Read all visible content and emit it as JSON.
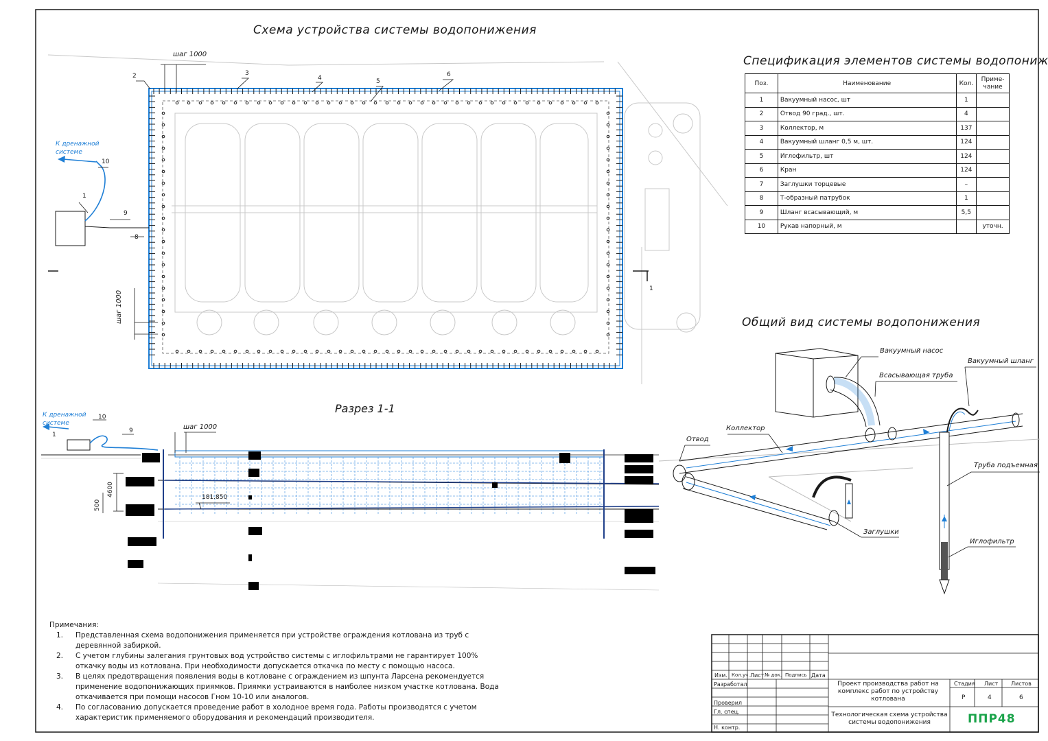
{
  "titles": {
    "scheme": "Схема устройства системы водопонижения",
    "spec": "Спецификация элементов системы водопонижения",
    "section": "Разрез 1-1",
    "general": "Общий вид системы водопонижения"
  },
  "plan_labels": {
    "step_top": "шаг 1000",
    "step_left": "шаг 1000",
    "drain": "К дренажной системе",
    "n1": "1",
    "n2": "2",
    "n3": "3",
    "n4": "4",
    "n5": "5",
    "n6": "6",
    "n8": "8",
    "n9": "9",
    "n10": "10",
    "section_mark": "1"
  },
  "section_labels": {
    "drain": "К дренажной системе",
    "n1": "1",
    "n9": "9",
    "n10": "10",
    "step": "шаг 1000",
    "dim_4600": "4600",
    "dim_500": "500",
    "level": "181.850"
  },
  "general_labels": {
    "pump": "Вакуумный насос",
    "suction": "Всасывающая труба",
    "vac_hose": "Вакуумный шланг",
    "collector": "Коллектор",
    "elbow": "Отвод",
    "riser": "Труба подъемная",
    "plugs": "Заглушки",
    "wellpoint": "Иглофильтр"
  },
  "spec": {
    "headers": [
      "Поз.",
      "Наименование",
      "Кол.",
      "Приме- чание"
    ],
    "rows": [
      {
        "pos": "1",
        "name": "Вакуумный насос, шт",
        "qty": "1",
        "note": ""
      },
      {
        "pos": "2",
        "name": "Отвод 90 град., шт.",
        "qty": "4",
        "note": ""
      },
      {
        "pos": "3",
        "name": "Коллектор, м",
        "qty": "137",
        "note": ""
      },
      {
        "pos": "4",
        "name": "Вакуумный шланг 0,5 м, шт.",
        "qty": "124",
        "note": ""
      },
      {
        "pos": "5",
        "name": "Иглофильтр, шт",
        "qty": "124",
        "note": ""
      },
      {
        "pos": "6",
        "name": "Кран",
        "qty": "124",
        "note": ""
      },
      {
        "pos": "7",
        "name": "Заглушки торцевые",
        "qty": "–",
        "note": ""
      },
      {
        "pos": "8",
        "name": "Т-образный патрубок",
        "qty": "1",
        "note": ""
      },
      {
        "pos": "9",
        "name": "Шланг всасывающий, м",
        "qty": "5,5",
        "note": ""
      },
      {
        "pos": "10",
        "name": "Рукав напорный, м",
        "qty": "",
        "note": "уточн."
      }
    ]
  },
  "notes": {
    "heading": "Примечания:",
    "items": [
      {
        "num": "1.",
        "text": "Представленная схема водопонижения применяется при устройстве ограждения котлована из труб с деревянной забиркой."
      },
      {
        "num": "2.",
        "text": "С учетом глубины залегания грунтовых вод устройство системы с иглофильтрами не гарантирует 100% откачку воды из котлована. При необходимости допускается откачка по месту с помощью насоса."
      },
      {
        "num": "3.",
        "text": "В целях предотвращения появления воды в котловане с ограждением из шпунта Ларсена рекомендуется применение водопонижающих приямков. Приямки устраиваются в наиболее низком участке котлована. Вода откачивается при помощи насосов Гном 10-10 или аналогов."
      },
      {
        "num": "4.",
        "text": "По согласованию допускается проведение работ в холодное время года. Работы производятся с учетом характеристик применяемого оборудования и рекомендаций производителя."
      }
    ]
  },
  "stamp": {
    "cols": [
      "Изм.",
      "Кол.уч.",
      "Лист",
      "№ док.",
      "Подпись",
      "Дата"
    ],
    "roles": [
      "Разработал",
      "Проверил",
      "Гл. спец.",
      "Н. контр."
    ],
    "project": "Проект производства работ на комплекс работ по устройству котлована",
    "sheet_title": "Технологическая схема устройства системы водопонижения",
    "stage_h": "Стадия",
    "sheet_h": "Лист",
    "sheets_h": "Листов",
    "stage": "Р",
    "sheet": "4",
    "sheets": "6",
    "logo": "ППР48"
  },
  "colors": {
    "blue": "#1f7fd6",
    "logo": "#1aa34a"
  }
}
